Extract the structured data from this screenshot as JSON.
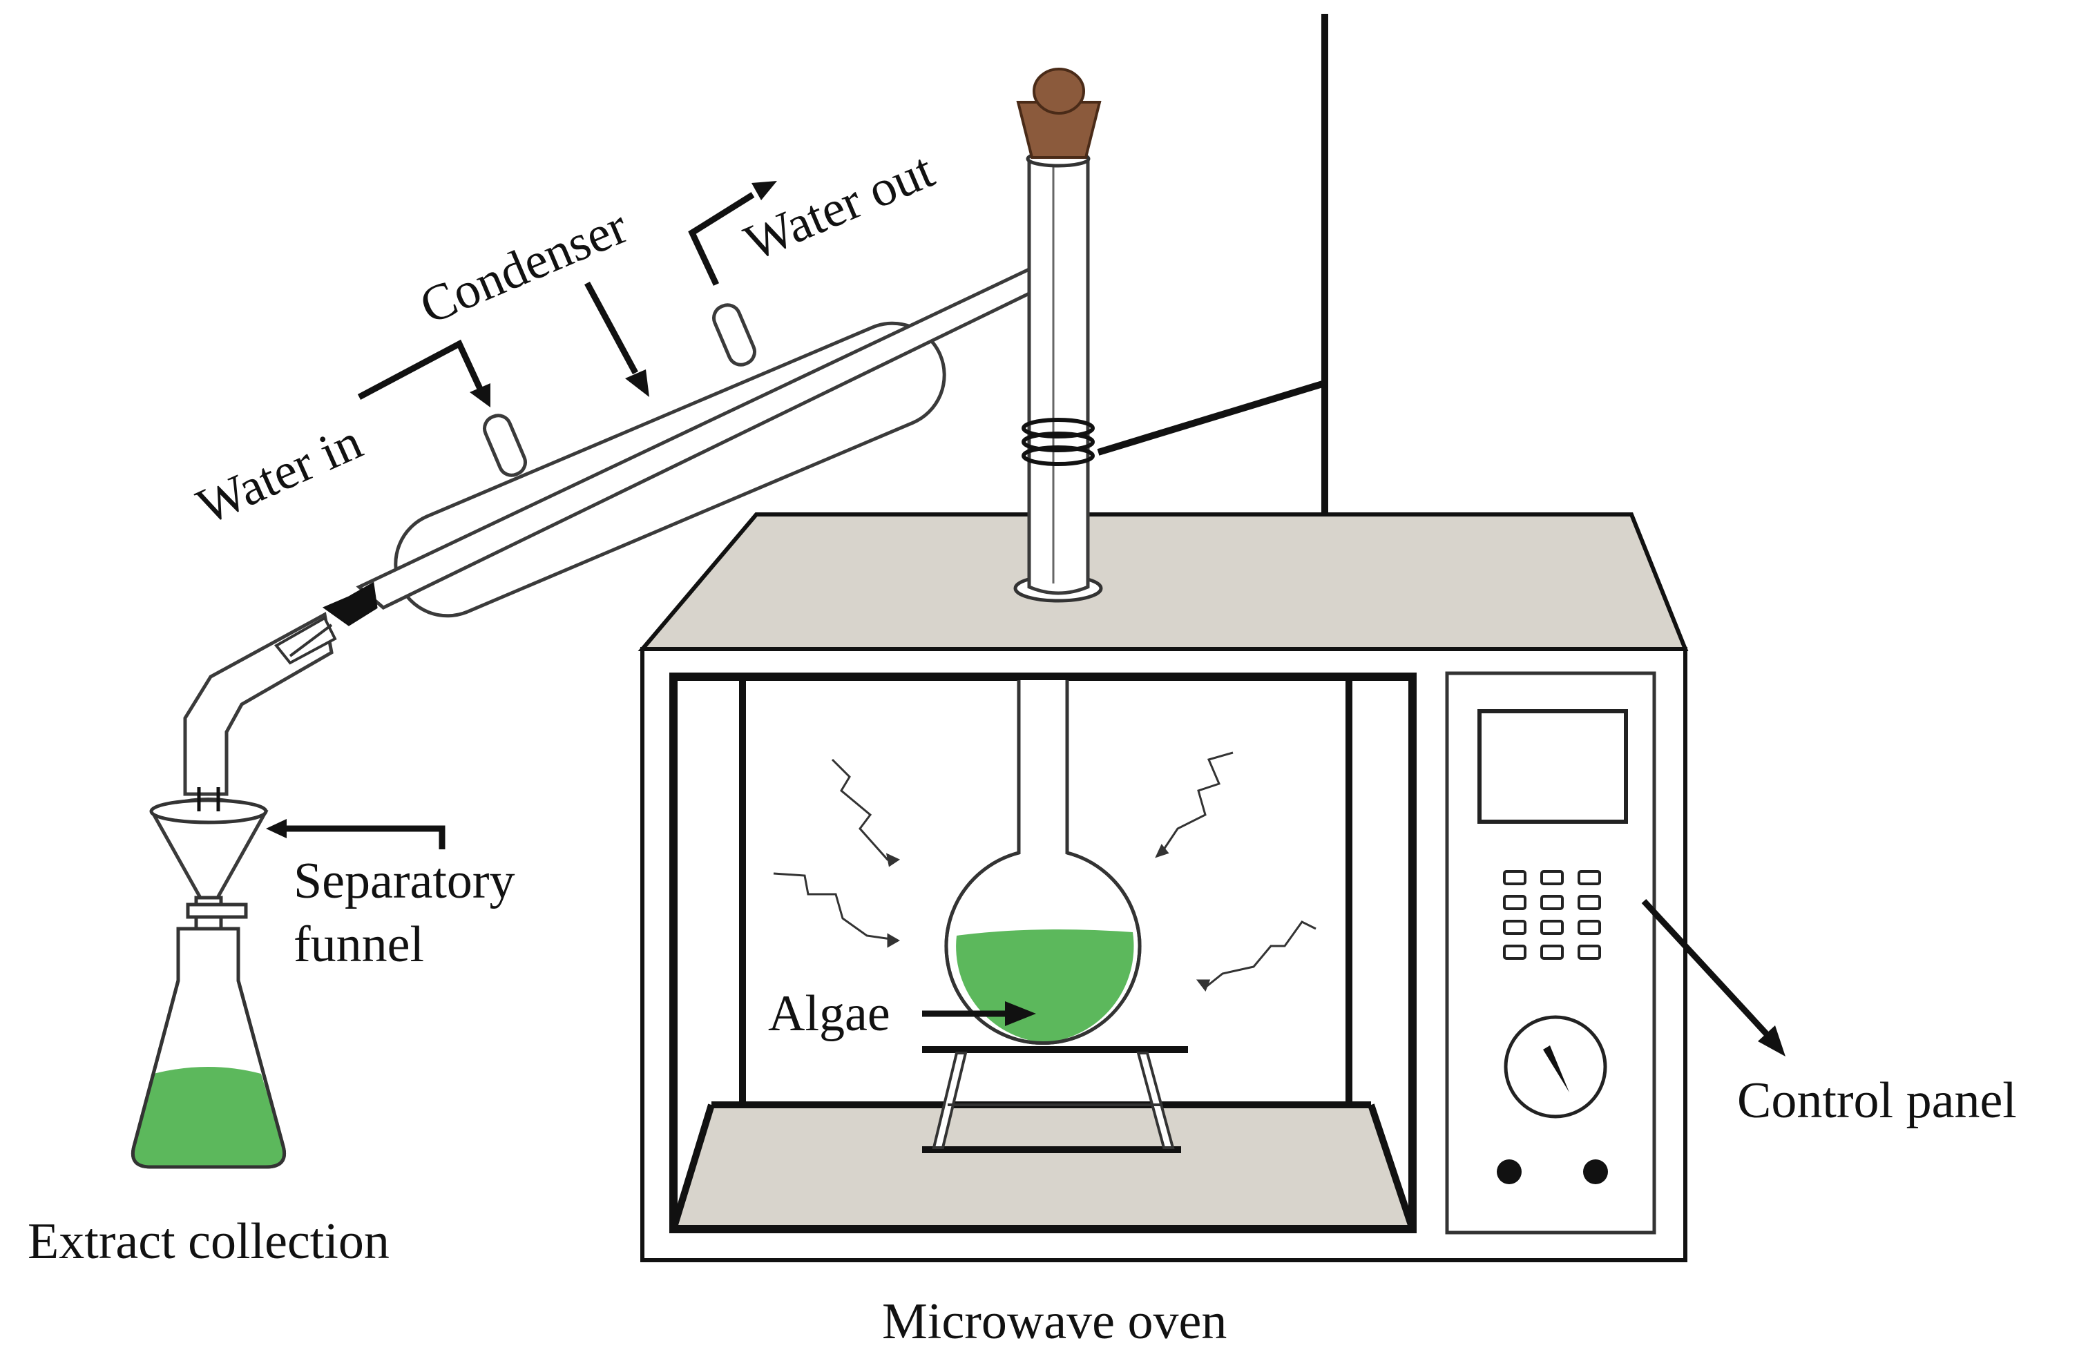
{
  "labels": {
    "water_in": "Water in",
    "condenser": "Condenser",
    "water_out": "Water out",
    "separatory_funnel_line1": "Separatory",
    "separatory_funnel_line2": "funnel",
    "extract_collection": "Extract collection",
    "algae": "Algae",
    "control_panel": "Control panel",
    "microwave_oven": "Microwave oven"
  },
  "colors": {
    "liquid": "#5cb85c",
    "oven_surface": "#d8d4cc",
    "cork": "#8b5a3c",
    "outline": "#111111"
  },
  "icons": {
    "waves": "microwave-radiation-icon",
    "dial": "timer-dial-icon"
  }
}
